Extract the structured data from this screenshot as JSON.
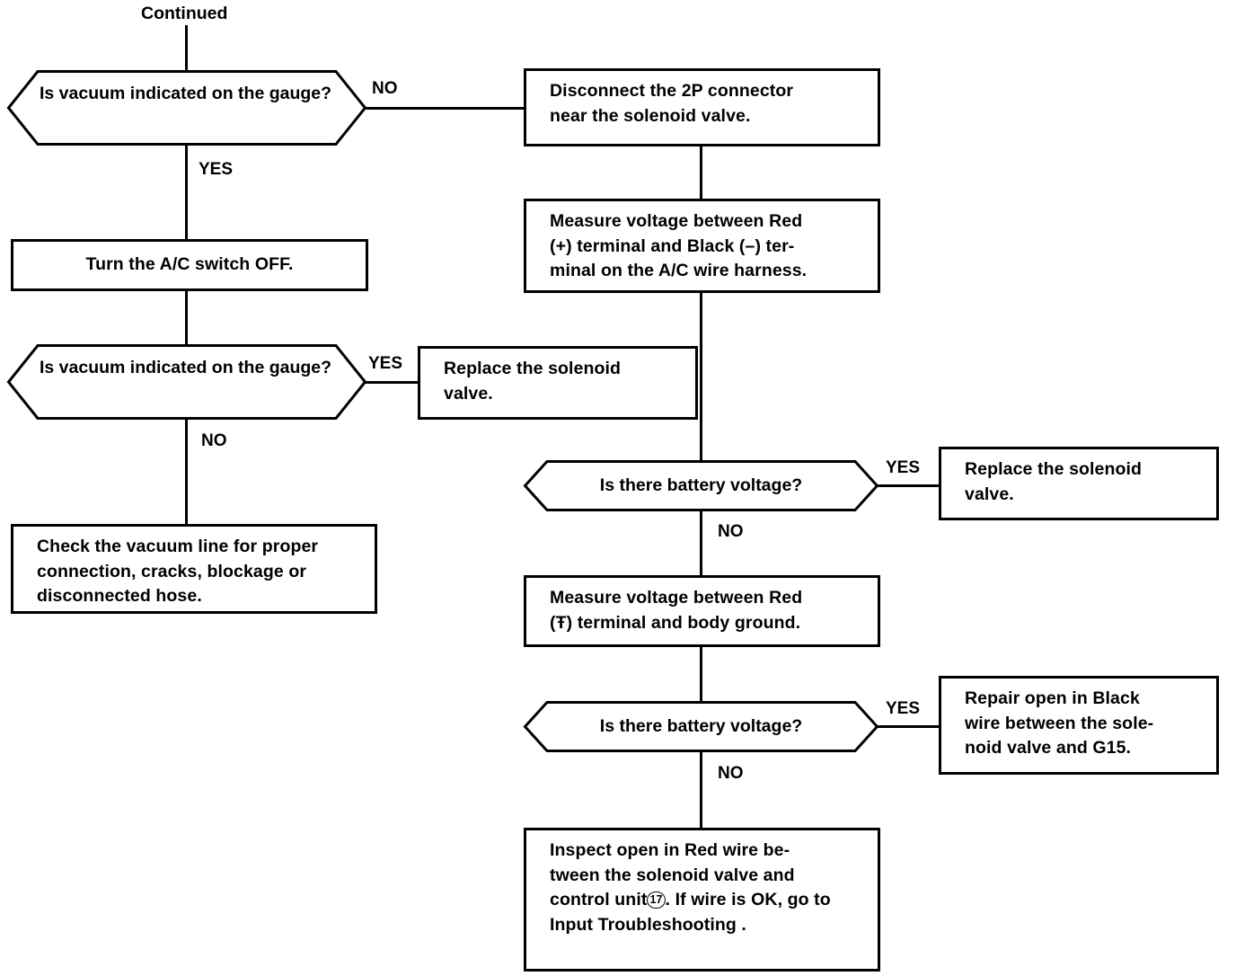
{
  "title": "A/C Solenoid Valve Troubleshooting Flowchart",
  "header": {
    "continued_label": "Continued"
  },
  "branch_labels": {
    "d1_no": "NO",
    "d1_yes": "YES",
    "d2_yes": "YES",
    "d2_no": "NO",
    "d3_yes": "YES",
    "d3_no": "NO",
    "d4_yes": "YES",
    "d4_no": "NO"
  },
  "nodes": {
    "decision_vacuum_1": {
      "type": "decision",
      "text": "Is vacuum indicated on the gauge?"
    },
    "process_ac_switch_off": {
      "type": "process",
      "text": "Turn the A/C switch OFF."
    },
    "decision_vacuum_2": {
      "type": "decision",
      "text": "Is vacuum indicated on the gauge?"
    },
    "process_check_vacuum_line": {
      "type": "process",
      "line1": "Check the vacuum line for proper",
      "line2": "connection, cracks, blockage or",
      "line3": "disconnected hose."
    },
    "process_disconnect_2p": {
      "type": "process",
      "line1": "Disconnect the 2P connector",
      "line2": "near the solenoid valve."
    },
    "process_measure_red_black": {
      "type": "process",
      "line1": "Measure voltage between Red",
      "line2": "(+) terminal and Black (–) ter-",
      "line3": "minal on the A/C wire harness."
    },
    "process_replace_solenoid_1": {
      "type": "process",
      "line1": "Replace the solenoid",
      "line2": "valve."
    },
    "decision_battery_voltage_1": {
      "type": "decision",
      "text": "Is there battery voltage?"
    },
    "process_replace_solenoid_2": {
      "type": "process",
      "line1": "Replace the solenoid",
      "line2": "valve."
    },
    "process_measure_red_ground": {
      "type": "process",
      "line1": "Measure voltage between Red",
      "line2": "(Ŧ) terminal and body ground."
    },
    "decision_battery_voltage_2": {
      "type": "decision",
      "text": "Is there battery voltage?"
    },
    "process_repair_black_wire": {
      "type": "process",
      "line1": "Repair open in Black",
      "line2": "wire between the sole-",
      "line3": "noid valve and G15."
    },
    "process_inspect_red_wire": {
      "type": "process",
      "line1": "Inspect open in Red wire be-",
      "line2": "tween the solenoid valve and",
      "line3_a": "control unit",
      "line3_circle": "17",
      "line3_b": ". If wire is OK, go to",
      "line4": "Input Troubleshooting ."
    }
  },
  "colors": {
    "stroke": "#000000",
    "background": "#ffffff",
    "text": "#000000"
  }
}
